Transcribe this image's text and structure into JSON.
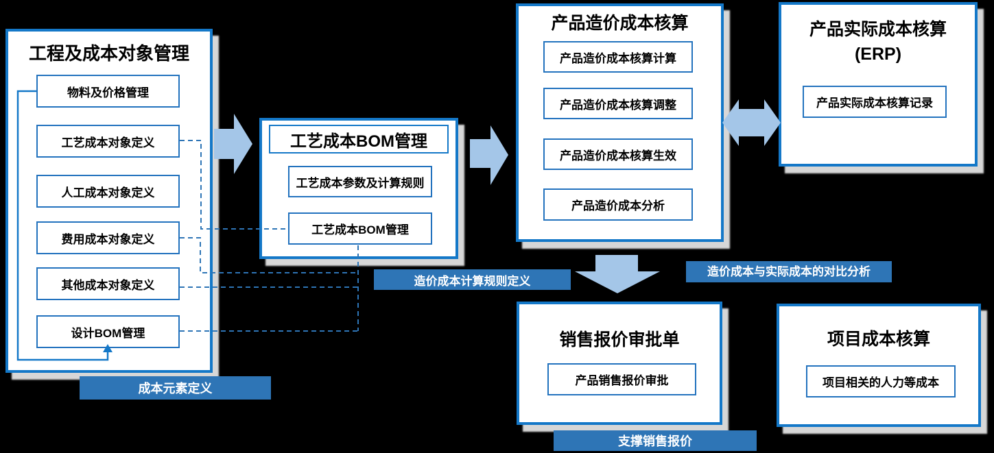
{
  "diagram": {
    "background": "#000000",
    "colors": {
      "panel_border": "#1478c8",
      "node_border": "#2272be",
      "bar_background": "#2e75b6",
      "arrow_fill": "#a4c6e8",
      "dashed_line": "#2e75b6",
      "shadow": "#d7d7d7"
    },
    "panels": {
      "left": {
        "title": "工程及成本对象管理",
        "items": [
          "物料及价格管理",
          "工艺成本对象定义",
          "人工成本对象定义",
          "费用成本对象定义",
          "其他成本对象定义",
          "设计BOM管理"
        ]
      },
      "bom": {
        "title": "工艺成本BOM管理",
        "items": [
          "工艺成本参数及计算规则",
          "工艺成本BOM管理"
        ]
      },
      "costing": {
        "title": "产品造价成本核算",
        "items": [
          "产品造价成本核算计算",
          "产品造价成本核算调整",
          "产品造价成本核算生效",
          "产品造价成本分析"
        ]
      },
      "erp": {
        "title_line1": "产品实际成本核算",
        "title_line2": "(ERP)",
        "items": [
          "产品实际成本核算记录"
        ]
      },
      "quote": {
        "title": "销售报价审批单",
        "items": [
          "产品销售报价审批"
        ]
      },
      "project": {
        "title": "项目成本核算",
        "items": [
          "项目相关的人力等成本"
        ]
      }
    },
    "labels": {
      "cost_element": "成本元素定义",
      "calc_rule": "造价成本计算规则定义",
      "compare": "造价成本与实际成本的对比分析",
      "support_quote": "支撑销售报价"
    }
  }
}
